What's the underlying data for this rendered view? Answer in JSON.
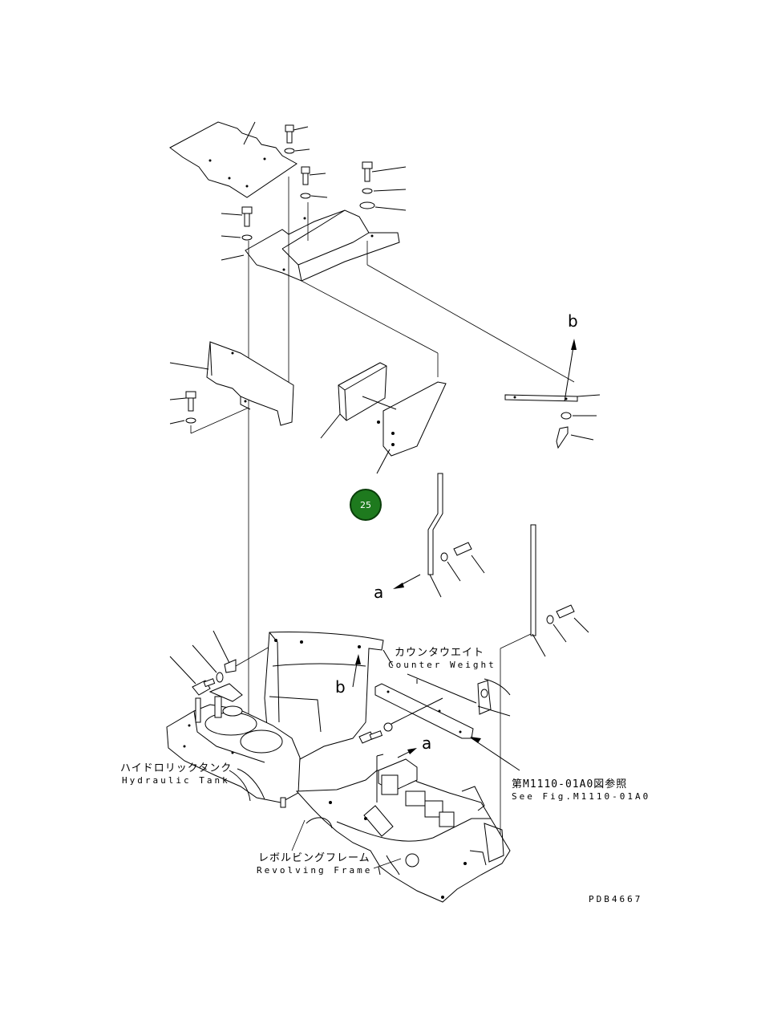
{
  "labels": {
    "counter_weight_jp": "カウンタウエイト",
    "counter_weight_en": "Counter Weight",
    "hydraulic_tank_jp": "ハイドロリックタンク",
    "hydraulic_tank_en": "Hydraulic Tank",
    "see_fig_jp": "第M1110-01A0図参照",
    "see_fig_en": "See Fig.M1110-01A0",
    "revolving_frame_jp": "レボルビングフレーム",
    "revolving_frame_en": "Revolving Frame",
    "drawing_code": "PDB4667"
  },
  "references": {
    "b_top": "b",
    "a_mid": "a",
    "b_low": "b",
    "a_low": "a"
  },
  "badge": {
    "number": "25",
    "color": "#1e7a1e"
  }
}
